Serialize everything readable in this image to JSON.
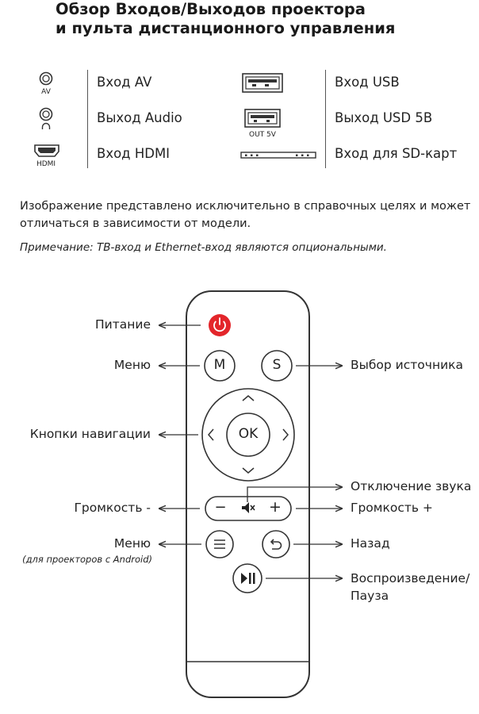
{
  "header": {
    "title_line1": "Обзор Входов/Выходов проектора",
    "title_line2": "и пульта дистанционного управления"
  },
  "ports": {
    "left": [
      {
        "icon_label": "AV",
        "text": "Вход AV"
      },
      {
        "icon_label": "",
        "text": "Выход Audio"
      },
      {
        "icon_label": "HDMI",
        "text": "Вход HDMI"
      }
    ],
    "right": [
      {
        "icon_label": "",
        "text": "Вход USB"
      },
      {
        "icon_label": "OUT 5V",
        "text": "Выход USD 5В"
      },
      {
        "icon_label": "",
        "text": "Вход для SD-карт"
      }
    ]
  },
  "disclaimer": {
    "line1": "Изображение представлено исключительно в справочных целях и может",
    "line2": "отличаться в зависимости от модели.",
    "note": "Примечание: ТВ-вход и Ethernet-вход являются опциональными."
  },
  "remote": {
    "buttons": {
      "menu_letter": "M",
      "source_letter": "S",
      "ok": "OK",
      "vol_minus": "−",
      "vol_plus": "+"
    },
    "labels": {
      "power": "Питание",
      "menu": "Меню",
      "navigation": "Кнопки навигации",
      "volume_down": "Громкость -",
      "menu_android": "Меню",
      "menu_android_note": "(для проекторов с Android)",
      "source": "Выбор источника",
      "mute": "Отключение звука",
      "volume_up": "Громкость +",
      "back": "Назад",
      "play_pause_line1": "Воспроизведение/",
      "play_pause_line2": "Пауза"
    }
  },
  "colors": {
    "power": "#e3262b",
    "stroke": "#333333"
  }
}
